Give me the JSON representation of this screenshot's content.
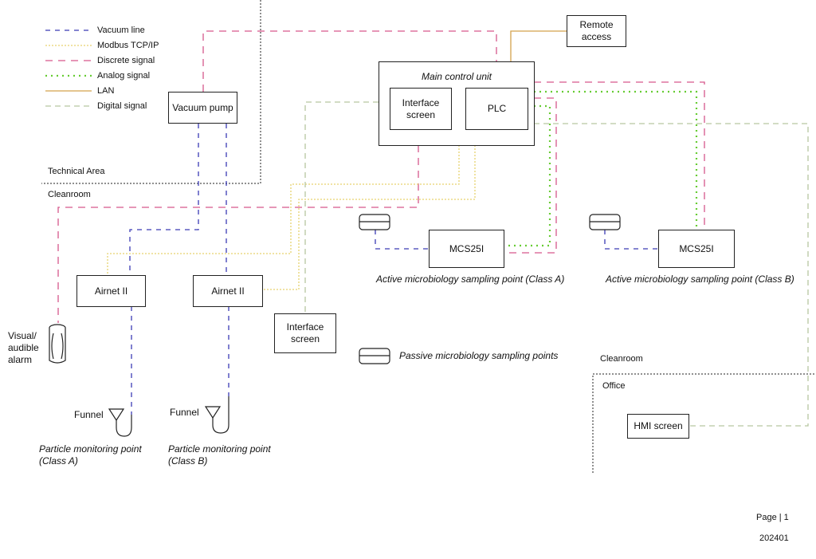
{
  "legend": {
    "vacuum_line": "Vacuum line",
    "modbus": "Modbus TCP/IP",
    "discrete": "Discrete signal",
    "analog": "Analog signal",
    "lan": "LAN",
    "digital": "Digital signal"
  },
  "colors": {
    "vacuum": "#3b3bb5",
    "modbus": "#e6d26e",
    "discrete": "#d6588c",
    "analog": "#66cc33",
    "lan": "#d4a24c",
    "digital": "#b7c7a0"
  },
  "areas": {
    "technical": "Technical Area",
    "cleanroom_top": "Cleanroom",
    "cleanroom_right": "Cleanroom",
    "office": "Office"
  },
  "nodes": {
    "remote_access": "Remote access",
    "main_control_unit": "Main control unit",
    "interface_screen_mcu": "Interface screen",
    "plc": "PLC",
    "vacuum_pump": "Vacuum pump",
    "airnet_a": "Airnet II",
    "airnet_b": "Airnet II",
    "interface_screen_cleanroom": "Interface screen",
    "mcs_a": "MCS25I",
    "mcs_b": "MCS25I",
    "hmi_screen": "HMI screen",
    "visual_alarm": "Visual/ audible alarm",
    "funnel_a": "Funnel",
    "funnel_b": "Funnel"
  },
  "captions": {
    "particle_a": "Particle monitoring point (Class A)",
    "particle_b": "Particle monitoring point (Class B)",
    "active_a": "Active microbiology sampling point (Class A)",
    "active_b": "Active microbiology sampling point (Class B)",
    "passive": "Passive microbiology sampling points"
  },
  "footer": {
    "page": "Page | 1",
    "code": "202401"
  }
}
